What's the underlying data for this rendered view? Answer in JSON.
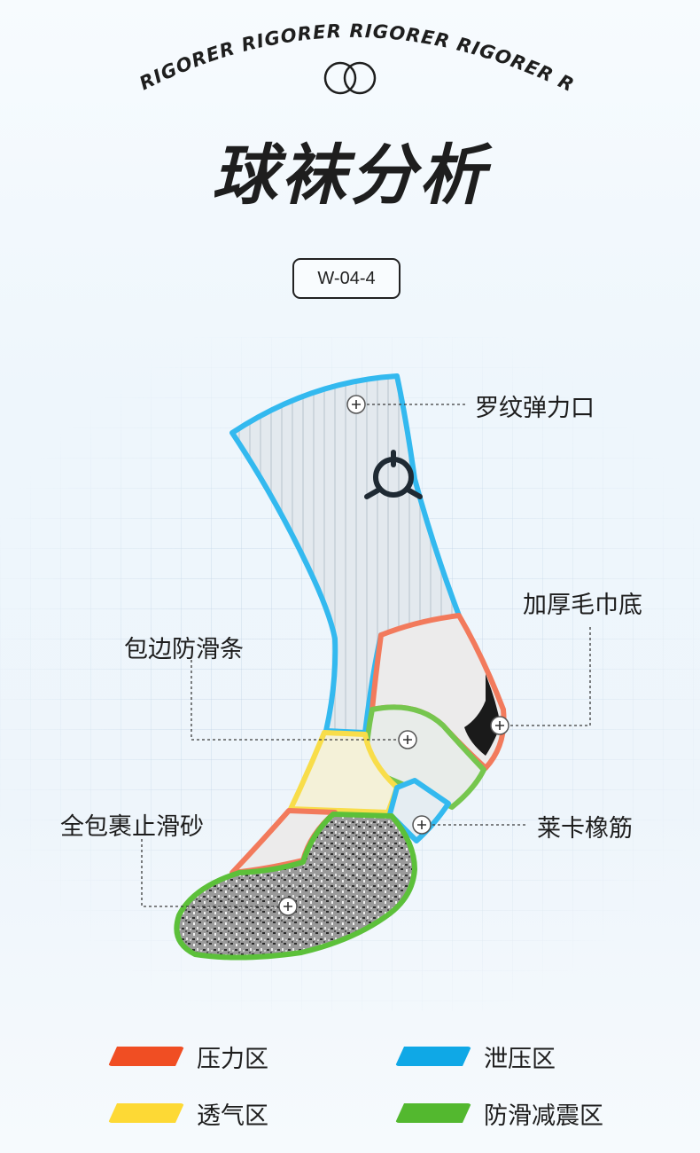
{
  "header": {
    "brand_arc": [
      "RIGORER",
      "RIGORER",
      "RIGORER",
      "RIGORER",
      "RIGORER"
    ],
    "logo_icon": "double-ring-logo",
    "title": "球袜分析",
    "model": "W-04-4"
  },
  "callouts": {
    "cuff": "罗纹弹力口",
    "heel": "加厚毛巾底",
    "edge": "包边防滑条",
    "ankle": "莱卡橡筋",
    "sole": "全包裹止滑砂"
  },
  "legend": [
    {
      "label": "压力区",
      "color": "#f04e23"
    },
    {
      "label": "泄压区",
      "color": "#0fa8e6"
    },
    {
      "label": "透气区",
      "color": "#fdd935"
    },
    {
      "label": "防滑减震区",
      "color": "#53b82f"
    }
  ]
}
